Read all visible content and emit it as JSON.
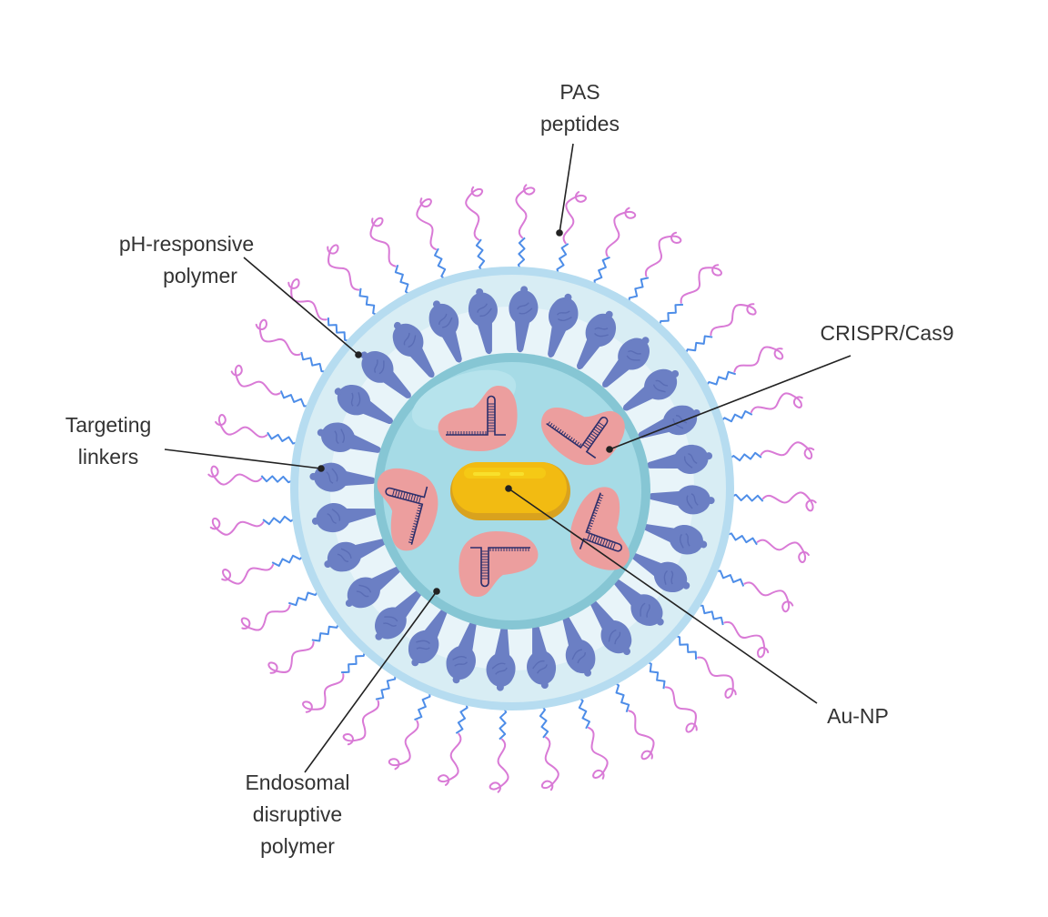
{
  "title": "Au-NP CRISPR/Cas9 nanoparticle schematic",
  "labels": {
    "pas_peptides": [
      "PAS",
      "peptides"
    ],
    "ph_polymer": [
      "pH-responsive",
      "polymer"
    ],
    "targeting_linkers": [
      "Targeting",
      "linkers"
    ],
    "crispr": [
      "CRISPR/Cas9"
    ],
    "endosomal": [
      "Endosomal",
      "disruptive",
      "polymer"
    ],
    "au_np": [
      "Au-NP"
    ]
  },
  "components": {
    "peptide_count": 36,
    "linker_count": 28,
    "cas9_count": 5
  },
  "colors": {
    "outer_shell": "#d8edf4",
    "outer_rim": "#b6dcf0",
    "inner_core": "#a6dbe6",
    "inner_rim": "#86c6d4",
    "linker": "#6b7fc4",
    "peptide_blue": "#4d8de8",
    "peptide_pink": "#d97ad6",
    "cas9": "#ec9e9e",
    "rna": "#2c2f6b",
    "gold": "#f2bb12",
    "gold_dark": "#d9a21e",
    "leader": "#222222",
    "text": "#333333"
  }
}
